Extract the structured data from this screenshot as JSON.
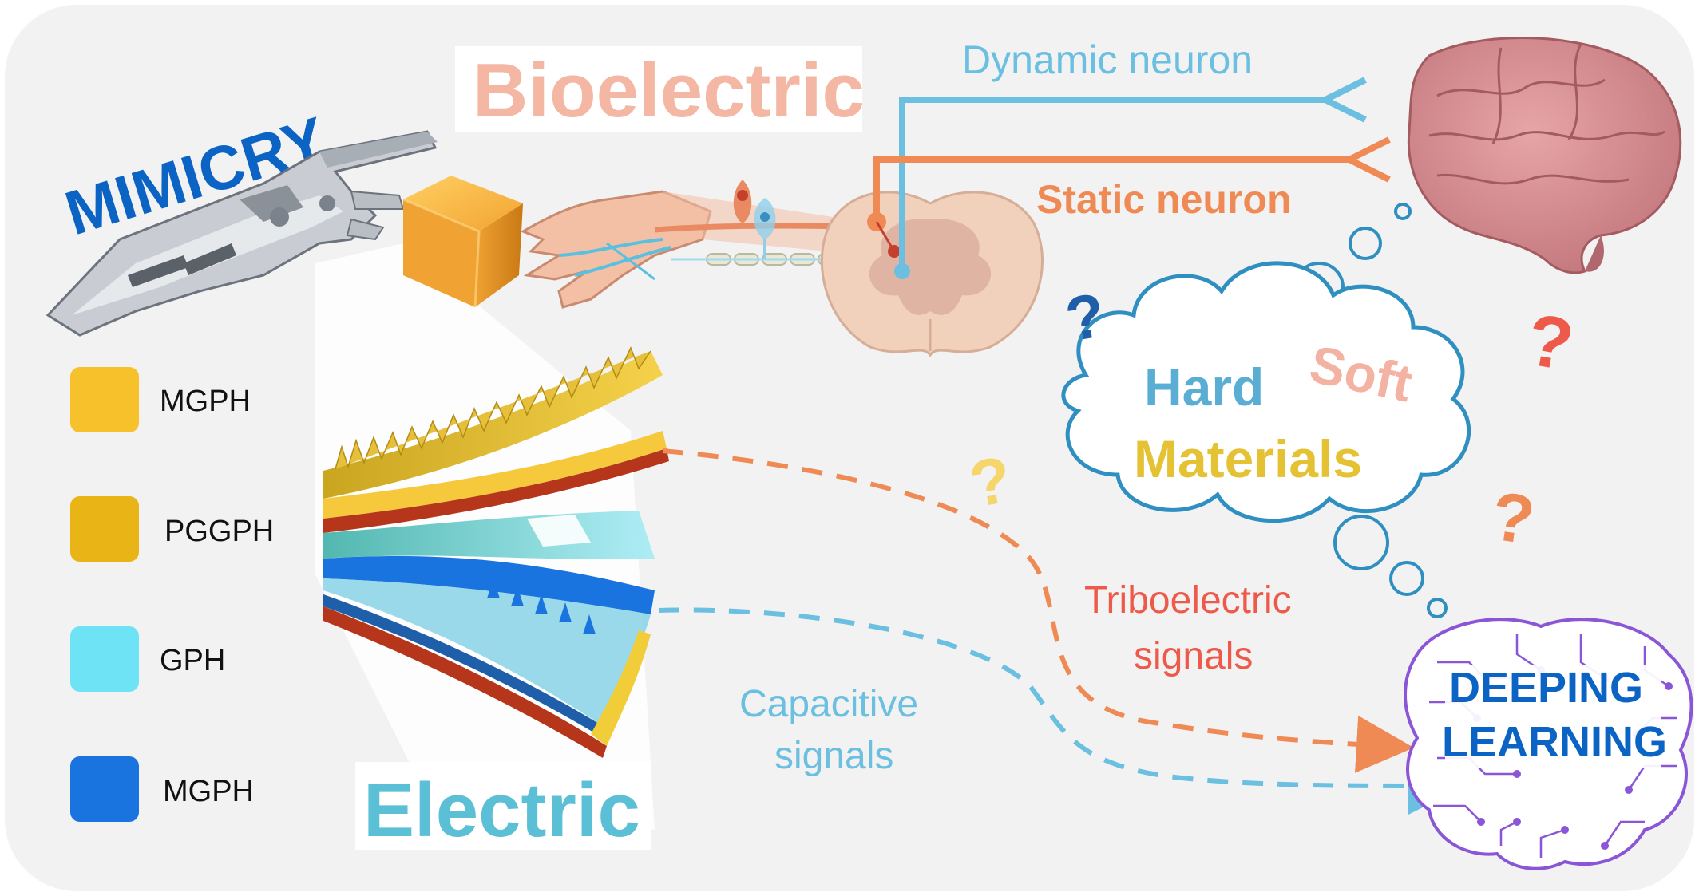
{
  "title": {
    "mimicry": "MIMICRY",
    "bioelectric": "Bioelectric",
    "electric": "Electric"
  },
  "legend": [
    {
      "label": "MGPH",
      "color": "#f7c12b"
    },
    {
      "label": "PGGPH",
      "color": "#e8b416"
    },
    {
      "label": "GPH",
      "color": "#6ee3f5"
    },
    {
      "label": "MGPH",
      "color": "#1a74e0"
    }
  ],
  "neurons": {
    "dynamic": "Dynamic neuron",
    "static": "Static neuron"
  },
  "cloud": {
    "hard": "Hard",
    "soft": "Soft",
    "materials": "Materials",
    "question_mark": "?"
  },
  "signals": {
    "triboelectric_line1": "Triboelectric",
    "triboelectric_line2": "signals",
    "capacitive_line1": "Capacitive",
    "capacitive_line2": "signals"
  },
  "deep_learning": {
    "line1": "DEEPING",
    "line2": "LEARNING"
  },
  "colors": {
    "background": "#f2f2f2",
    "mimicry_blue": "#0b63c4",
    "bioelectric_pink": "#f4b7a4",
    "electric_cyan": "#5bbfd6",
    "dynamic_blue": "#6bbfe0",
    "static_orange": "#ef8a55",
    "tribo_red": "#ee5a4a",
    "capacitive_blue": "#6bbfe0",
    "hard_blue": "#5aaed4",
    "soft_pink": "#f4b3a2",
    "materials_yellow": "#e4c233",
    "dl_blue": "#0b63c4",
    "dl_purple": "#8a55d6"
  }
}
